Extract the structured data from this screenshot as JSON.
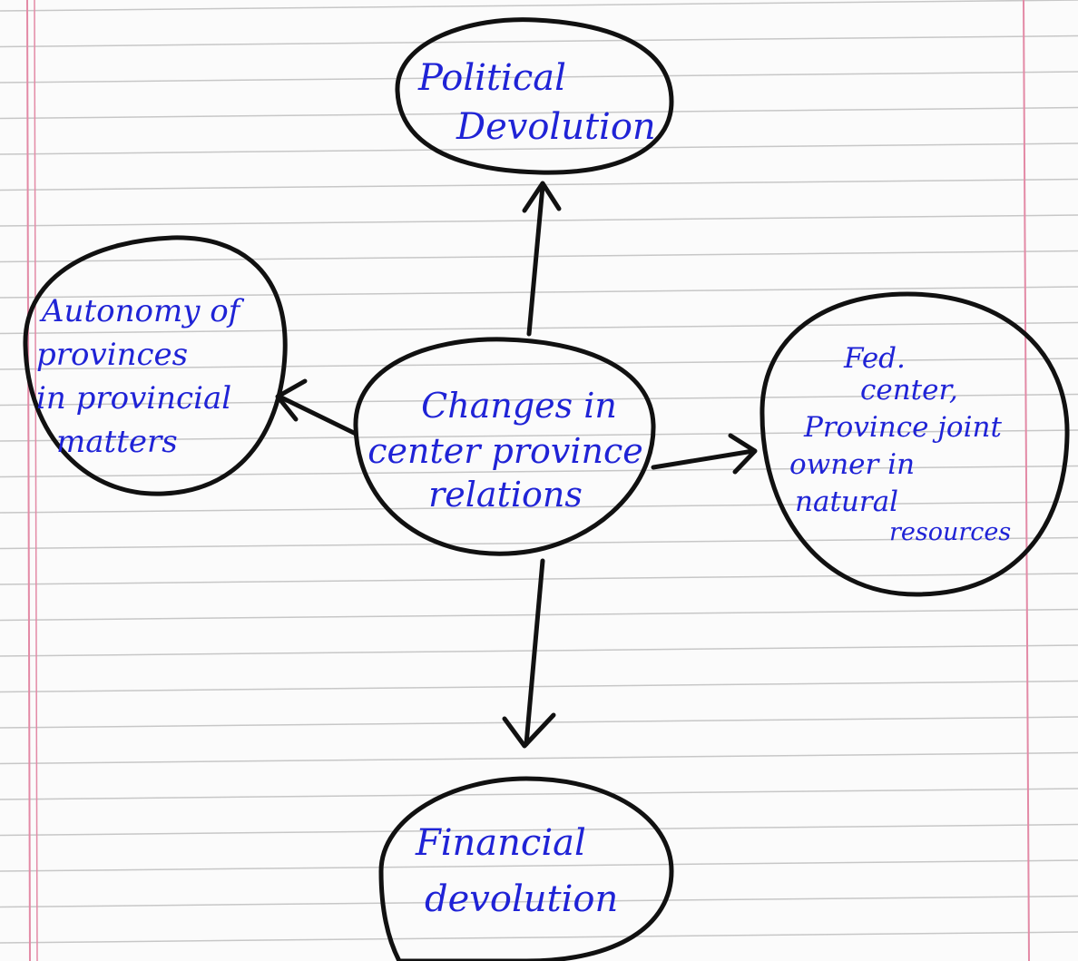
{
  "colors": {
    "ink_text": "#1f23d6",
    "ink_outline": "#111111",
    "paper": "#fbfbfb",
    "ruled_line": "#c7c7c7",
    "margin_line": "#e38aa6"
  },
  "diagram": {
    "center": {
      "lines": [
        "Changes in",
        "center province",
        "relations"
      ]
    },
    "top": {
      "lines": [
        "Political",
        "Devolution"
      ]
    },
    "left": {
      "lines": [
        "Autonomy of",
        "provinces",
        "in provincial",
        "matters"
      ]
    },
    "right": {
      "lines": [
        "Fed.",
        "center,",
        "Province joint",
        "owner in",
        "natural",
        "resources"
      ]
    },
    "bottom": {
      "lines": [
        "Financial",
        "devolution"
      ]
    }
  }
}
